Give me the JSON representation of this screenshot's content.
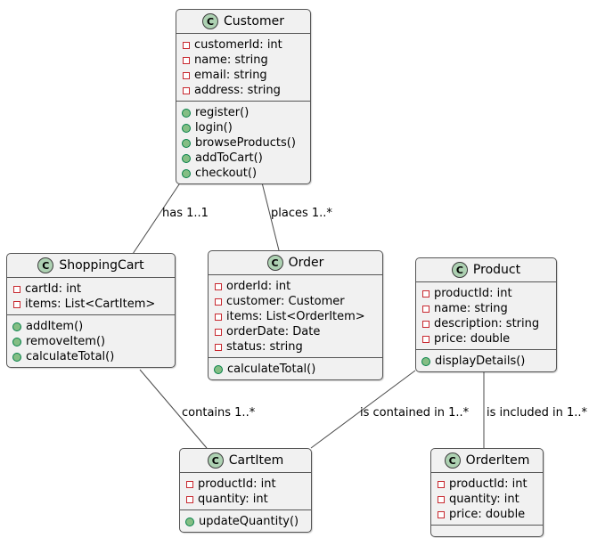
{
  "diagram": {
    "type": "uml-class-diagram",
    "spot_letter": "C",
    "colors": {
      "box_fill": "#f1f1f1",
      "box_border": "#555555",
      "spot_fill": "#add1b2",
      "field_icon": "#c82930",
      "method_icon_fill": "#84be84",
      "method_icon_border": "#038048",
      "edge": "#4a4a4a",
      "background": "#ffffff"
    },
    "classes": [
      {
        "name": "Customer",
        "attributes": [
          "customerId: int",
          "name: string",
          "email: string",
          "address: string"
        ],
        "methods": [
          "register()",
          "login()",
          "browseProducts()",
          "addToCart()",
          "checkout()"
        ]
      },
      {
        "name": "ShoppingCart",
        "attributes": [
          "cartId: int",
          "items: List<CartItem>"
        ],
        "methods": [
          "addItem()",
          "removeItem()",
          "calculateTotal()"
        ]
      },
      {
        "name": "Order",
        "attributes": [
          "orderId: int",
          "customer: Customer",
          "items: List<OrderItem>",
          "orderDate: Date",
          "status: string"
        ],
        "methods": [
          "calculateTotal()"
        ]
      },
      {
        "name": "Product",
        "attributes": [
          "productId: int",
          "name: string",
          "description: string",
          "price: double"
        ],
        "methods": [
          "displayDetails()"
        ]
      },
      {
        "name": "CartItem",
        "attributes": [
          "productId: int",
          "quantity: int"
        ],
        "methods": [
          "updateQuantity()"
        ]
      },
      {
        "name": "OrderItem",
        "attributes": [
          "productId: int",
          "quantity: int",
          "price: double"
        ],
        "methods": []
      }
    ],
    "relationships": [
      {
        "from": "Customer",
        "to": "ShoppingCart",
        "label": "has 1..1"
      },
      {
        "from": "Customer",
        "to": "Order",
        "label": "places 1..*"
      },
      {
        "from": "ShoppingCart",
        "to": "CartItem",
        "label": "contains 1..*"
      },
      {
        "from": "Product",
        "to": "CartItem",
        "label": "is contained in 1..*"
      },
      {
        "from": "Product",
        "to": "OrderItem",
        "label": "is included in 1..*"
      }
    ]
  }
}
